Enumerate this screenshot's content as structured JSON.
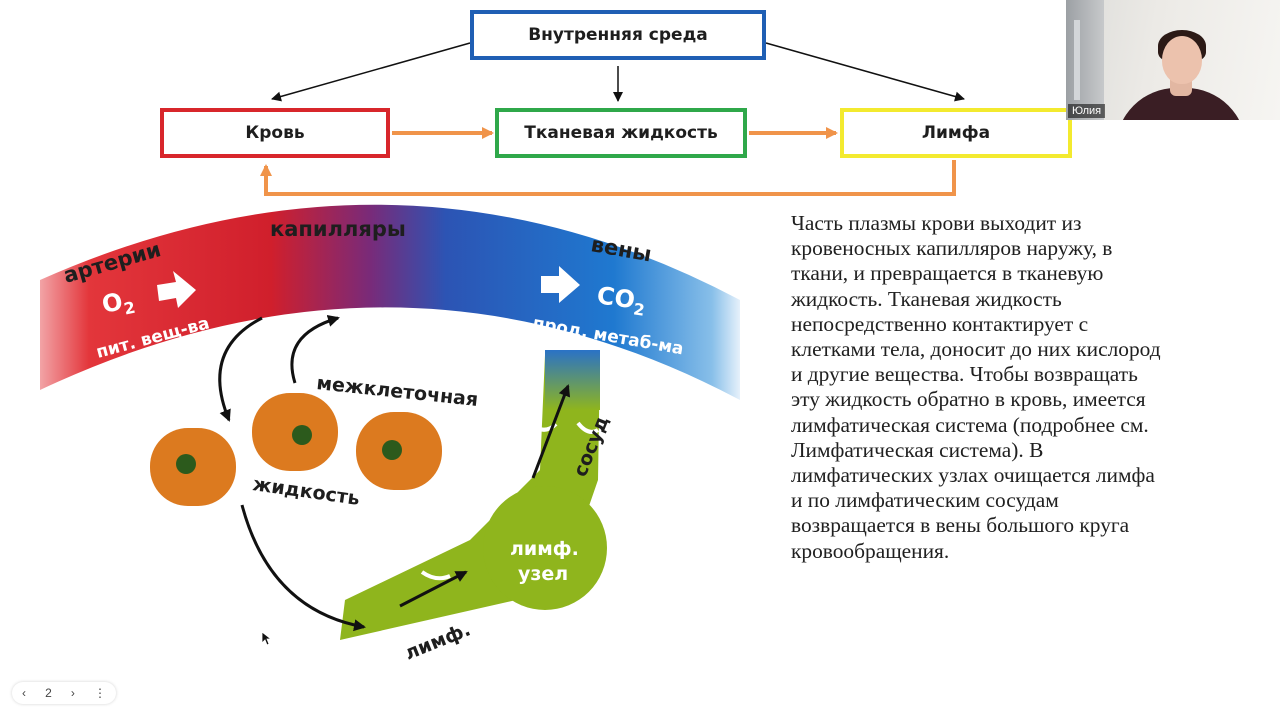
{
  "slide": {
    "boxes": {
      "env": "Внутренняя среда",
      "blood": "Кровь",
      "tissue": "Тканевая жидкость",
      "lymph": "Лимфа"
    },
    "explanation": "Часть плазмы крови выходит из\nкровеносных капилляров наружу, в\nткани, и превращается в тканевую\nжидкость. Тканевая жидкость\nнепосредственно контактирует с\nклетками тела, доносит до них кислород\nи другие вещества. Чтобы возвращать\nэту жидкость обратно в кровь, имеется\nлимфатическая система (подробнее см.\nЛимфатическая система). В\nлимфатических узлах очищается лимфа\nи по лимфатическим сосудам\nвозвращается в вены большого круга\nкровообращения.",
    "diagram": {
      "arteries": "артерии",
      "capillaries": "капилляры",
      "veins": "вены",
      "o2": "O",
      "o2_sub": "2",
      "nutrients": "пит. вещ-ва",
      "co2": "CO",
      "co2_sub": "2",
      "metabolites": "прод. метаб-ма",
      "intercellular": "межклеточная",
      "fluid": "жидкость",
      "vessel": "сосуд",
      "node_line1": "лимф.",
      "node_line2": "узел",
      "lymph_label": "лимф."
    },
    "colors": {
      "artery": "#d9232a",
      "vein": "#1f6fc8",
      "lymph_green": "#8fb51d",
      "cell": "#dc7a1f",
      "nucleus": "#2c5a1c",
      "flow_arrow": "#f0944a"
    }
  },
  "video": {
    "participant_name": "Юлия"
  },
  "pager": {
    "prev": "‹",
    "page": "2",
    "next": "›",
    "more": "⋮"
  }
}
